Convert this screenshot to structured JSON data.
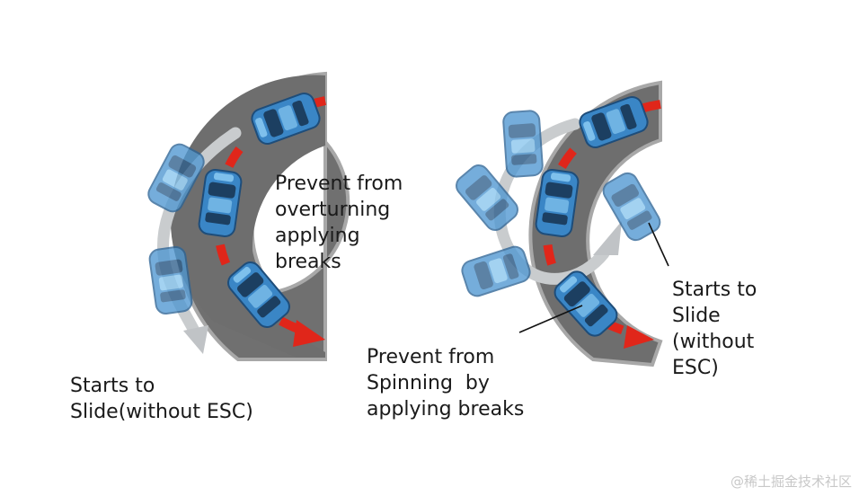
{
  "left_panel": {
    "label_inside": "Prevent from\noverturning\napplying\nbreaks",
    "label_outside": "Starts to\nSlide(without ESC)"
  },
  "right_panel": {
    "label_bottom": "Prevent from\nSpinning  by\napplying breaks",
    "label_right": "Starts to\nSlide\n(without\nESC)"
  },
  "watermark": "@稀土掘金技术社区",
  "colors": {
    "road": "#707070",
    "road_edge": "#a8a8a8",
    "car_body": "#3a86c6",
    "car_light": "#6fb3e3",
    "car_dark": "#1e4d7a",
    "arrow_red": "#e0261a",
    "arrow_grey": "#c9ccce"
  },
  "icons": [
    "car-icon",
    "arrow-icon"
  ]
}
